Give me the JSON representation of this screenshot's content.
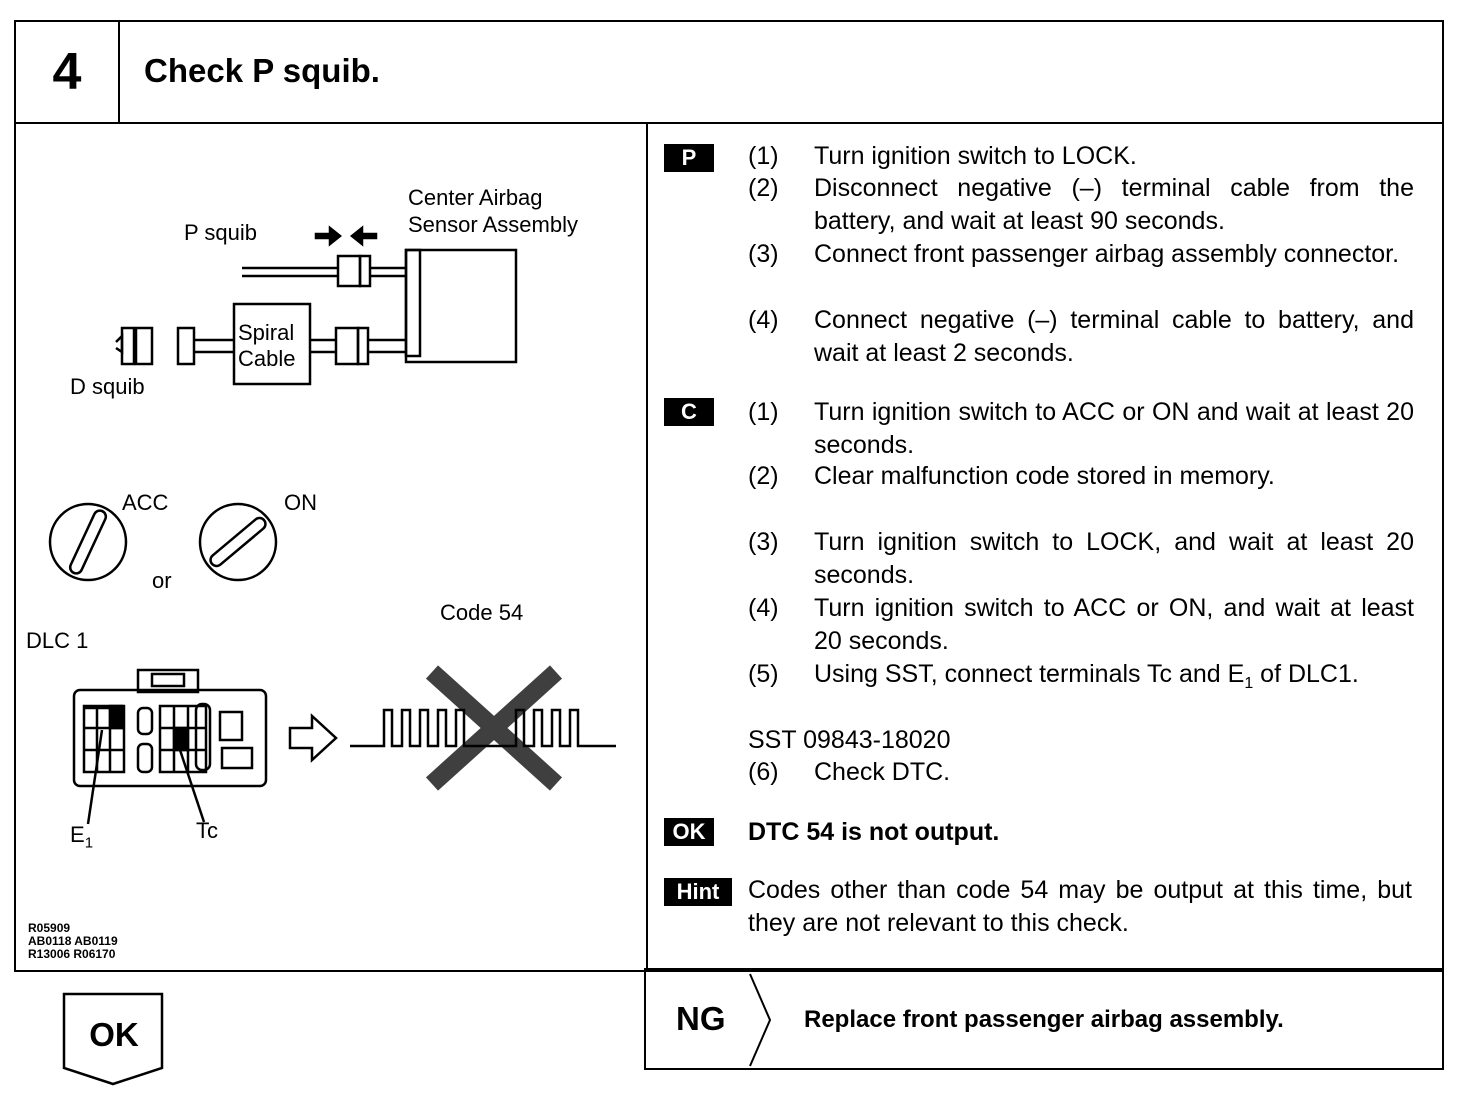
{
  "header": {
    "step_number": "4",
    "title": "Check P squib."
  },
  "figure": {
    "labels": {
      "center_airbag": [
        "Center Airbag",
        "Sensor Assembly"
      ],
      "p_squib": "P squib",
      "d_squib": "D squib",
      "spiral": [
        "Spiral",
        "Cable"
      ],
      "acc": "ACC",
      "on": "ON",
      "or": "or",
      "code54": "Code 54",
      "dlc1": "DLC 1",
      "e1": "E",
      "e1_sub": "1",
      "tc": "Tc"
    },
    "refs": [
      "R05909",
      "AB0118 AB0119",
      "R13006 R06170"
    ]
  },
  "sections": {
    "p": {
      "badge": "P",
      "steps": [
        {
          "n": "(1)",
          "text": "Turn ignition switch to LOCK."
        },
        {
          "n": "(2)",
          "text": "Disconnect negative (–) terminal cable from the battery, and wait at least 90 seconds."
        },
        {
          "n": "(3)",
          "text": "Connect front passenger airbag assembly connector."
        },
        {
          "n": "(4)",
          "text": "Connect negative (–) terminal cable to battery, and wait at least 2 seconds."
        }
      ]
    },
    "c": {
      "badge": "C",
      "steps": [
        {
          "n": "(1)",
          "text": "Turn ignition switch to ACC or ON and wait at least 20 seconds."
        },
        {
          "n": "(2)",
          "text": "Clear malfunction code stored in memory."
        },
        {
          "n": "(3)",
          "text": "Turn ignition switch to LOCK, and wait at least 20 seconds."
        },
        {
          "n": "(4)",
          "text": "Turn ignition switch to ACC or ON, and wait at least 20 seconds."
        },
        {
          "n": "(5)",
          "text_before": "Using SST, connect terminals Tc and E",
          "text_sub": "1",
          "text_after": " of DLC1."
        }
      ],
      "sst": "SST 09843-18020",
      "step6": {
        "n": "(6)",
        "text": "Check DTC."
      }
    },
    "ok": {
      "badge": "OK",
      "text": "DTC 54 is not output."
    },
    "hint": {
      "badge": "Hint",
      "text": "Codes other than code 54 may be output at this time, but they are not relevant to this check."
    }
  },
  "results": {
    "ng_label": "NG",
    "ng_text": "Replace front passenger airbag assembly.",
    "ok_label": "OK"
  }
}
